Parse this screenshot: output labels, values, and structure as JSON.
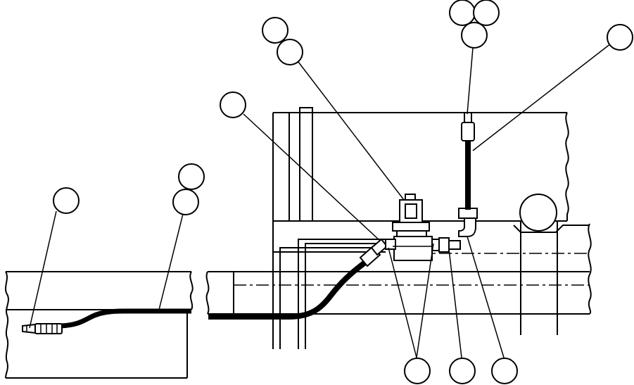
{
  "figure": {
    "callouts": [
      {
        "id": "c1"
      },
      {
        "id": "c2"
      },
      {
        "id": "c3"
      },
      {
        "id": "c4"
      },
      {
        "id": "c5"
      },
      {
        "id": "c6"
      },
      {
        "id": "c7"
      },
      {
        "id": "c8"
      },
      {
        "id": "c9"
      },
      {
        "id": "c10"
      },
      {
        "id": "c11"
      },
      {
        "id": "c12"
      },
      {
        "id": "c13"
      },
      {
        "id": "c14"
      }
    ]
  }
}
